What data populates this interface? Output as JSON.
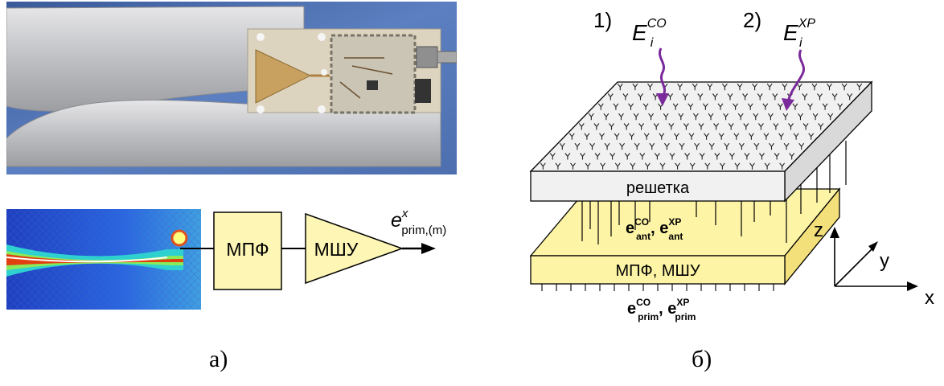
{
  "panel_a": {
    "caption": "а)",
    "block_filter": "МПФ",
    "block_lna": "МШУ",
    "output_label": {
      "main": "e",
      "sup": "x",
      "sub": "prim,(m)"
    }
  },
  "panel_b": {
    "caption": "б)",
    "label_1": "1)",
    "label_2": "2)",
    "field_1": {
      "main": "E",
      "sub": "i",
      "sup": "CO"
    },
    "field_2": {
      "main": "E",
      "sub": "i",
      "sup": "XP"
    },
    "array_label": "решетка",
    "electronics_label": "МПФ, МШУ",
    "ant_signals": {
      "main": "e",
      "sub": "ant",
      "sup_co": "CO",
      "sup_xp": "XP",
      "sep": ", "
    },
    "prim_signals": {
      "main": "e",
      "sub": "prim",
      "sup_co": "CO",
      "sup_xp": "XP",
      "sep": ", "
    },
    "axis_x": "x",
    "axis_y": "y",
    "axis_z": "z"
  },
  "colors": {
    "array_face": "#f1f1f1",
    "electronics_face": "#fdf4a6",
    "block_fill": "#fdf6b4",
    "arrow_purple": "#7a2a9a"
  }
}
